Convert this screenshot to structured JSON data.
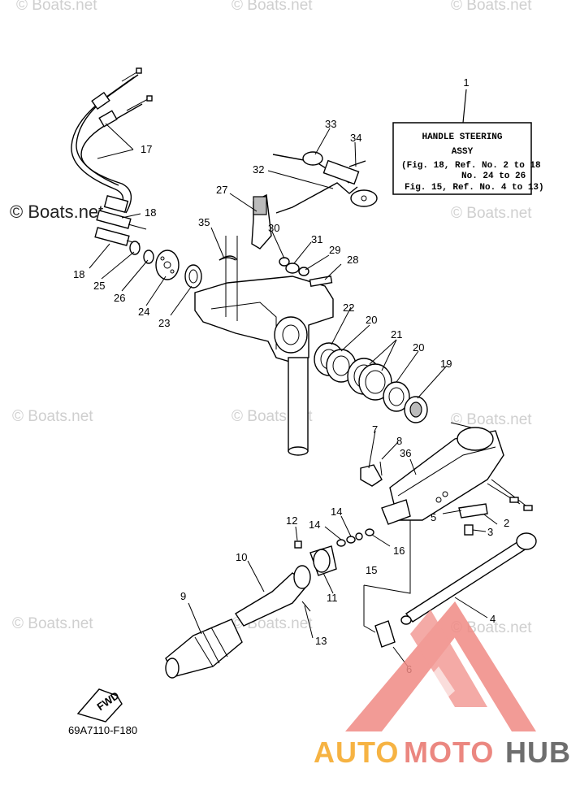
{
  "watermarks": [
    "© Boats.net"
  ],
  "watermark_large": "© Boats.net",
  "callouts": [
    "1",
    "2",
    "3",
    "4",
    "5",
    "6",
    "7",
    "8",
    "9",
    "10",
    "11",
    "12",
    "13",
    "14",
    "14",
    "15",
    "16",
    "17",
    "18",
    "18",
    "19",
    "20",
    "20",
    "21",
    "22",
    "23",
    "24",
    "25",
    "26",
    "27",
    "28",
    "29",
    "30",
    "31",
    "32",
    "33",
    "34",
    "35",
    "36"
  ],
  "note_box": {
    "line1": "HANDLE STEERING",
    "line2": "ASSY",
    "line3": "(Fig. 18, Ref. No. 2 to 18",
    "line4": "No. 24 to 26",
    "line5": "Fig. 15, Ref. No. 4 to 13)"
  },
  "fwd_label": "FWD",
  "reference_code": "69A7110-F180",
  "logo": {
    "part1": "AUTO",
    "part2": "MOTO",
    "part3": "HUB",
    "color1": "#f5a623",
    "color2": "#e8736b",
    "color3": "#555555",
    "triangle_color": "#f08a84"
  }
}
